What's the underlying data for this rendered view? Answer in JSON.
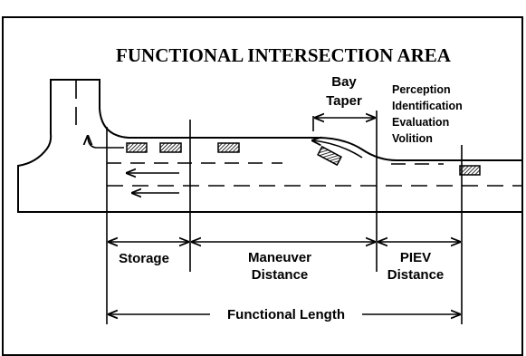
{
  "title": "FUNCTIONAL INTERSECTION AREA",
  "labels": {
    "bay_taper_line1": "Bay",
    "bay_taper_line2": "Taper",
    "piev_line1": "Perception",
    "piev_line2": "Identification",
    "piev_line3": "Evaluation",
    "piev_line4": "Volition",
    "storage": "Storage",
    "maneuver_line1": "Maneuver",
    "maneuver_line2": "Distance",
    "piev_dist_line1": "PIEV",
    "piev_dist_line2": "Distance",
    "functional_length": "Functional Length"
  }
}
